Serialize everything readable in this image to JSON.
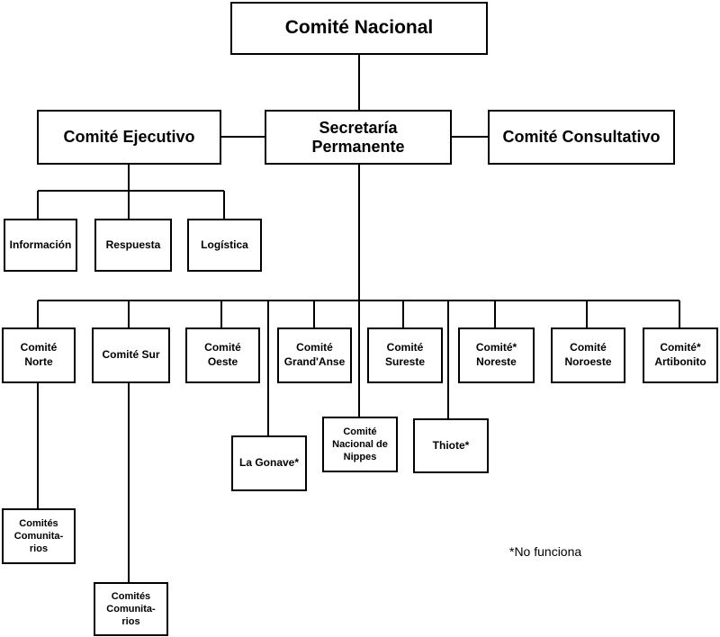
{
  "diagram": {
    "top": {
      "nacional": "Comité Nacional"
    },
    "second_level": {
      "ejecutivo": "Comité Ejecutivo",
      "secretaria": "Secretaría\nPermanente",
      "consultativo": "Comité Consultativo"
    },
    "ejecutivo_units": {
      "informacion": "Información",
      "respuesta": "Respuesta",
      "logistica": "Logística"
    },
    "departmental_committees": {
      "norte": "Comité\nNorte",
      "sur": "Comité Sur",
      "oeste": "Comité\nOeste",
      "grandanse": "Comité\nGrand'Anse",
      "sureste": "Comité\nSureste",
      "noreste": "Comité*\nNoreste",
      "noroeste": "Comité\nNoroeste",
      "artibonito": "Comité*\nArtibonito"
    },
    "other_committees": {
      "lagonave": "La Gonave*",
      "nippes": "Comité\nNacional de\nNippes",
      "thiote": "Thiote*"
    },
    "communal": {
      "norte": "Comités\nComunita-\nrios",
      "sur": "Comités\nComunita-\nrios"
    },
    "footnote": "*No funciona"
  }
}
